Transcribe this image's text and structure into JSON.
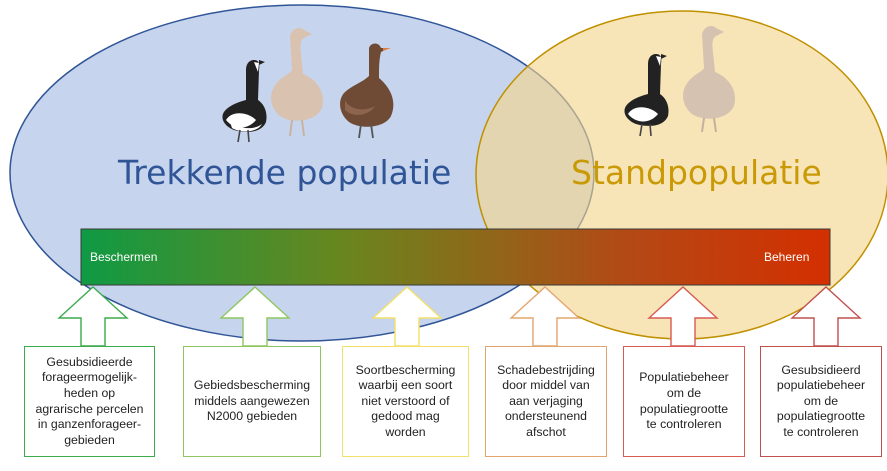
{
  "populations": {
    "migratory": {
      "title": "Trekkende populatie",
      "fill": "#b4c6e7",
      "stroke": "#2f5597",
      "title_color": "#2f5597"
    },
    "resident": {
      "title": "Standpopulatie",
      "fill": "#f3d58b",
      "stroke": "#bf9000",
      "title_color": "#c99a06"
    }
  },
  "gradient_bar": {
    "left_label": "Beschermen",
    "right_label": "Beheren",
    "colors": [
      "#0f9a44",
      "#69861e",
      "#b24a16",
      "#d42f00"
    ]
  },
  "measures": [
    {
      "text": "Gesubsidieerde\nforageermogelijk-\nheden op\nagrarische percelen\nin ganzenforageer-\ngebieden",
      "color": "#3cab4b"
    },
    {
      "text": "Gebiedsbescherming\nmiddels aangewezen\nN2000 gebieden",
      "color": "#8fc661"
    },
    {
      "text": "Soortbescherming\nwaarbij een soort\nniet verstoord of\ngedood mag\nworden",
      "color": "#f2e06a"
    },
    {
      "text": "Schadebestrijding\ndoor middel van\naan verjaging\nondersteunend\nafschot",
      "color": "#e3a56f"
    },
    {
      "text": "Populatiebeheer\nom de\npopulatiegrootte\nte controleren",
      "color": "#d85a52"
    },
    {
      "text": "Gesubsidieerd\npopulatiebeheer\nom de\npopulatiegrootte\nte controleren",
      "color": "#c0504d"
    }
  ],
  "icons": [
    "canada-goose-icon",
    "greylag-goose-icon",
    "brown-goose-icon",
    "canada-goose-icon",
    "greylag-goose-icon"
  ]
}
